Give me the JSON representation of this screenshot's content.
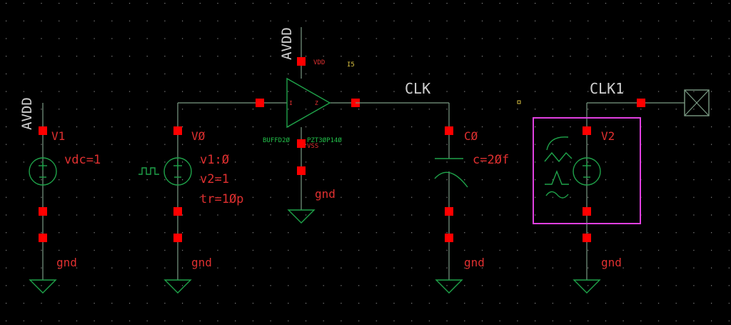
{
  "labels": {
    "avdd_v1": "AVDD",
    "avdd_buf": "AVDD",
    "clk": "CLK",
    "clk1": "CLK1"
  },
  "v1": {
    "name": "V1",
    "param": "vdc=1",
    "gnd": "gnd"
  },
  "v0": {
    "name": "VØ",
    "p1": "v1:Ø",
    "p2": "v2=1",
    "p3": "tr=1Øp",
    "gnd": "gnd"
  },
  "buffer": {
    "inst": "I5",
    "cell": "BUFFD2Ø",
    "cell_tail": "PZT3ØP14Ø",
    "vdd_pin": "VDD",
    "vss_pin": "VSS",
    "in_pin": "I",
    "out_pin": "Z",
    "gnd": "gnd"
  },
  "c0": {
    "name": "CØ",
    "param": "c=2Øf",
    "gnd": "gnd"
  },
  "v2": {
    "name": "V2",
    "gnd": "gnd"
  },
  "colors": {
    "background": "#000000",
    "wire": "#7a9a84",
    "symbol": "#1fa34a",
    "pin": "#ff0000",
    "instance_label": "#e03030",
    "net_label": "#d0d0d0",
    "selection": "#e040e0"
  }
}
